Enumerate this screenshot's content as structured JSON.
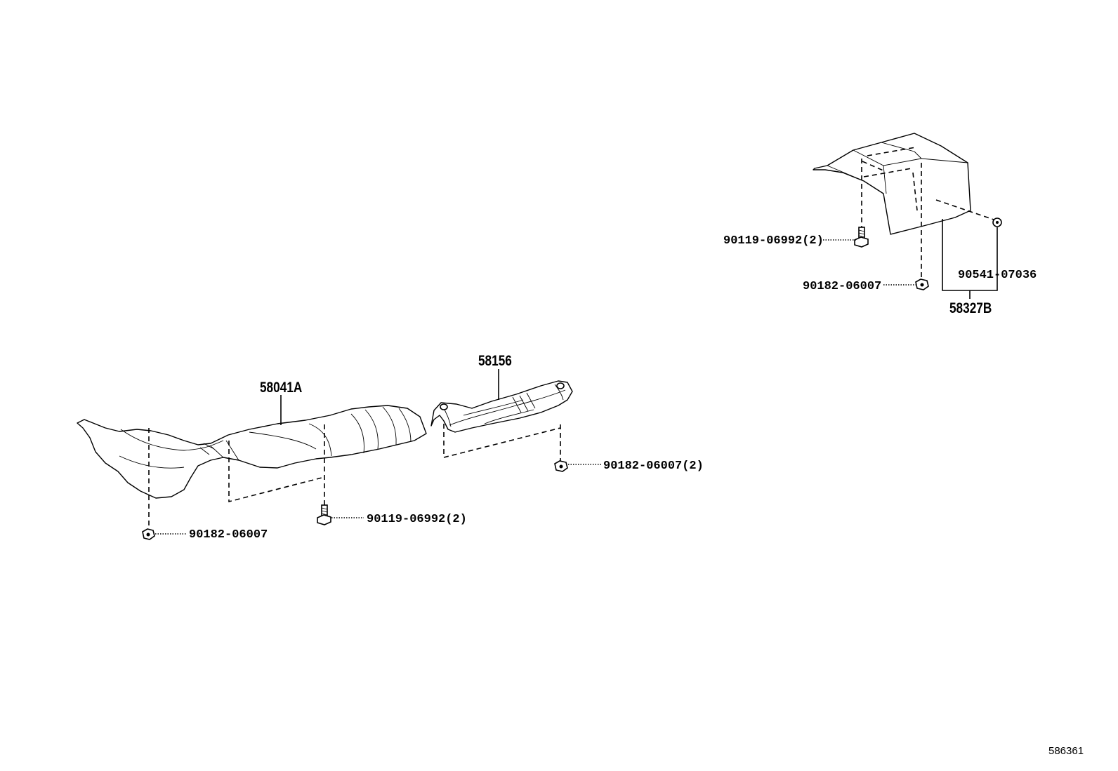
{
  "diagram": {
    "reference_number": "586361",
    "parts": {
      "front_insulator": "58041A",
      "center_insulator": "58156",
      "rear_insulator": "58327B"
    },
    "fasteners": {
      "nut_front_left": "90182-06007",
      "bolt_front": "90119-06992(2)",
      "nut_center": "90182-06007(2)",
      "bolt_rear": "90119-06992(2)",
      "nut_rear": "90182-06007",
      "clip_rear": "90541-07036"
    }
  }
}
